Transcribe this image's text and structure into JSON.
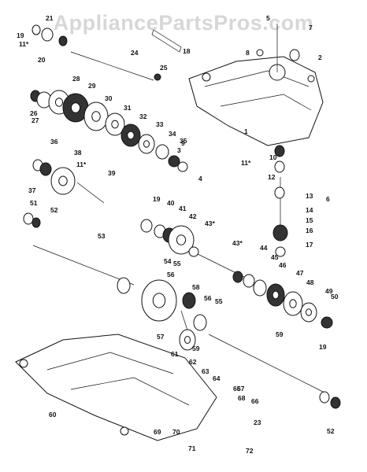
{
  "watermark": "AppliancePartsPros.com",
  "callouts": [
    "1",
    "2",
    "3",
    "4",
    "5",
    "6",
    "7",
    "8",
    "9",
    "10",
    "11*",
    "11*",
    "11*",
    "12",
    "13",
    "14",
    "15",
    "16",
    "17",
    "18",
    "19",
    "19",
    "19",
    "20",
    "21",
    "23",
    "24",
    "25",
    "26",
    "27",
    "28",
    "29",
    "30",
    "31",
    "32",
    "33",
    "34",
    "35",
    "36",
    "37",
    "38",
    "39",
    "40",
    "41",
    "42",
    "43*",
    "43*",
    "44",
    "45",
    "46",
    "47",
    "48",
    "49",
    "50",
    "51",
    "52",
    "52",
    "53",
    "54",
    "55",
    "55",
    "56",
    "56",
    "57",
    "58",
    "59",
    "59",
    "60",
    "61",
    "62",
    "63",
    "64",
    "65",
    "66",
    "67",
    "68",
    "69",
    "70",
    "71",
    "72"
  ]
}
